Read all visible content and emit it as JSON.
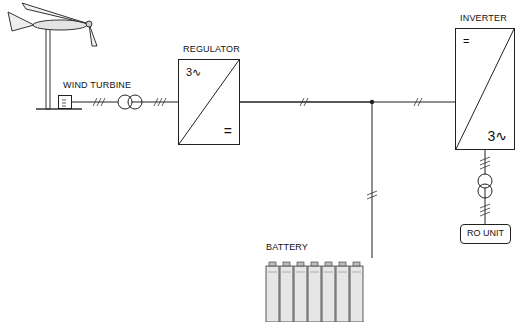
{
  "diagram": {
    "nodes": [
      {
        "text": [
          "WIND TURBINE"
        ]
      },
      {
        "text": [
          "REGULATOR",
          "3∿",
          "="
        ]
      },
      {
        "text": [
          "BATTERY"
        ]
      },
      {
        "text": [
          "INVERTER",
          "=",
          "3∿"
        ]
      },
      {
        "text": [
          "RO UNIT"
        ]
      }
    ],
    "edges": [
      {
        "from": 0,
        "to": 1,
        "arrow": "none"
      },
      {
        "from": 1,
        "to": 3,
        "arrow": "none"
      },
      {
        "from": 1,
        "to": 2,
        "arrow": "none"
      },
      {
        "from": 3,
        "to": 4,
        "arrow": "none"
      }
    ]
  }
}
